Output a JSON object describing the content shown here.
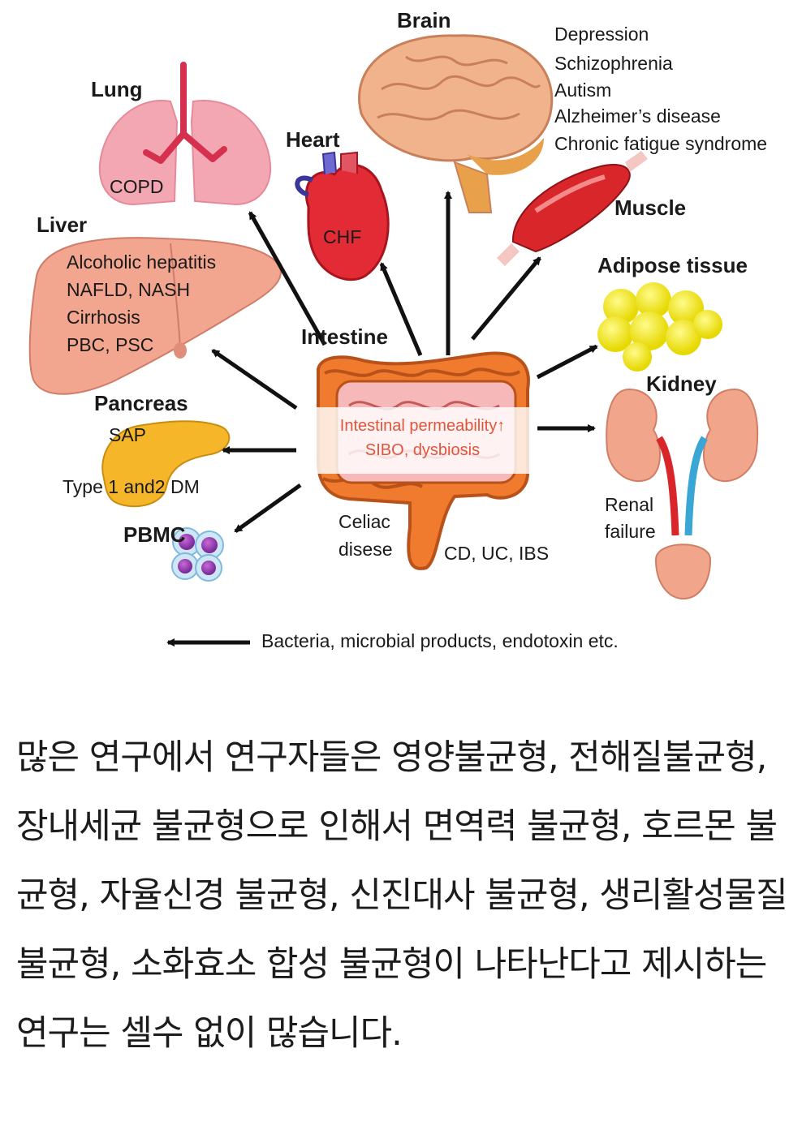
{
  "diagram": {
    "brain": {
      "title": "Brain",
      "diseases": [
        "Depression",
        "Schizophrenia",
        "Autism",
        "Alzheimer’s disease",
        "Chronic fatigue syndrome"
      ]
    },
    "lung": {
      "title": "Lung",
      "disease": "COPD"
    },
    "heart": {
      "title": "Heart",
      "disease": "CHF"
    },
    "muscle": {
      "title": "Muscle"
    },
    "liver": {
      "title": "Liver",
      "diseases": [
        "Alcoholic hepatitis",
        "NAFLD, NASH",
        "Cirrhosis",
        "PBC, PSC"
      ]
    },
    "adipose": {
      "title": "Adipose tissue"
    },
    "intestine": {
      "title": "Intestine",
      "center_lines": [
        "Intestinal permeability↑",
        "SIBO, dysbiosis"
      ],
      "disease_left": [
        "Celiac",
        "disese"
      ],
      "disease_right": "CD, UC, IBS"
    },
    "kidney": {
      "title": "Kidney",
      "disease": [
        "Renal",
        "failure"
      ]
    },
    "pancreas": {
      "title": "Pancreas",
      "disease_top": "SAP",
      "disease_bottom": "Type 1 and2 DM"
    },
    "pbmc": {
      "title": "PBMC"
    },
    "legend": "Bacteria, microbial products, endotoxin etc."
  },
  "paragraph": "많은 연구에서 연구자들은 영양불균형, 전해질불균형,  장내세균 불균형으로 인해서 면역력 불균형, 호르몬 불균형, 자율신경 불균형, 신진대사 불균형, 생리활성물질 불균형, 소화효소 합성 불균형이 나타난다고 제시하는 연구는 셀수 없이 많습니다.",
  "colors": {
    "accent_red": "#e0553c",
    "intestine_orange": "#f07a2e",
    "arrow": "#111111"
  }
}
